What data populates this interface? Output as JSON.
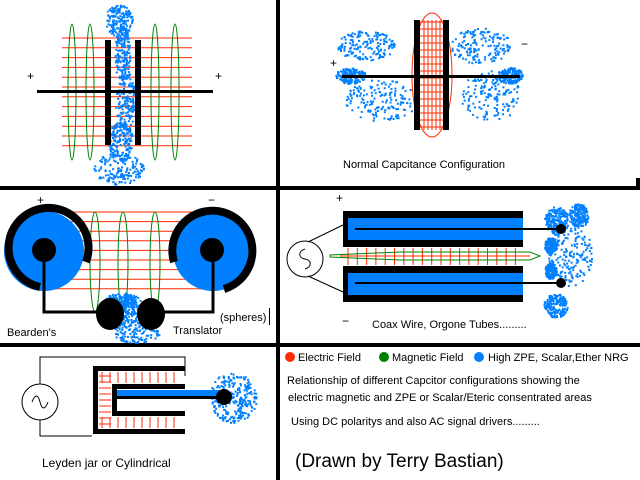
{
  "colors": {
    "electric": "#ff2a00",
    "magnetic": "#008000",
    "zpe": "#0080ff",
    "ink": "#000000"
  },
  "panels": {
    "normal": {
      "caption": "Normal Capcitance Configuration",
      "plus": "+",
      "minus": "−",
      "left_plus": "+",
      "right_plus": "+"
    },
    "bearden": {
      "plus": "+",
      "minus": "−",
      "label_left": "Bearden's",
      "label_right": "Translator",
      "note": "(spheres)"
    },
    "coax": {
      "plus": "+",
      "minus": "−",
      "caption": "Coax Wire, Orgone Tubes........."
    },
    "leyden": {
      "caption": "Leyden jar or Cylindrical"
    }
  },
  "legend": [
    {
      "label": "Electric Field",
      "color": "#ff2a00"
    },
    {
      "label": "Magnetic Field",
      "color": "#008000"
    },
    {
      "label": "High ZPE, Scalar,Ether NRG",
      "color": "#0080ff"
    }
  ],
  "description": {
    "line1": "Relationship of different Capcitor configurations showing the",
    "line2": "electric magnetic and ZPE or Scalar/Eteric consentrated areas",
    "line3": "Using DC polaritys and also AC signal drivers.........",
    "credit": "(Drawn by Terry Bastian)"
  }
}
